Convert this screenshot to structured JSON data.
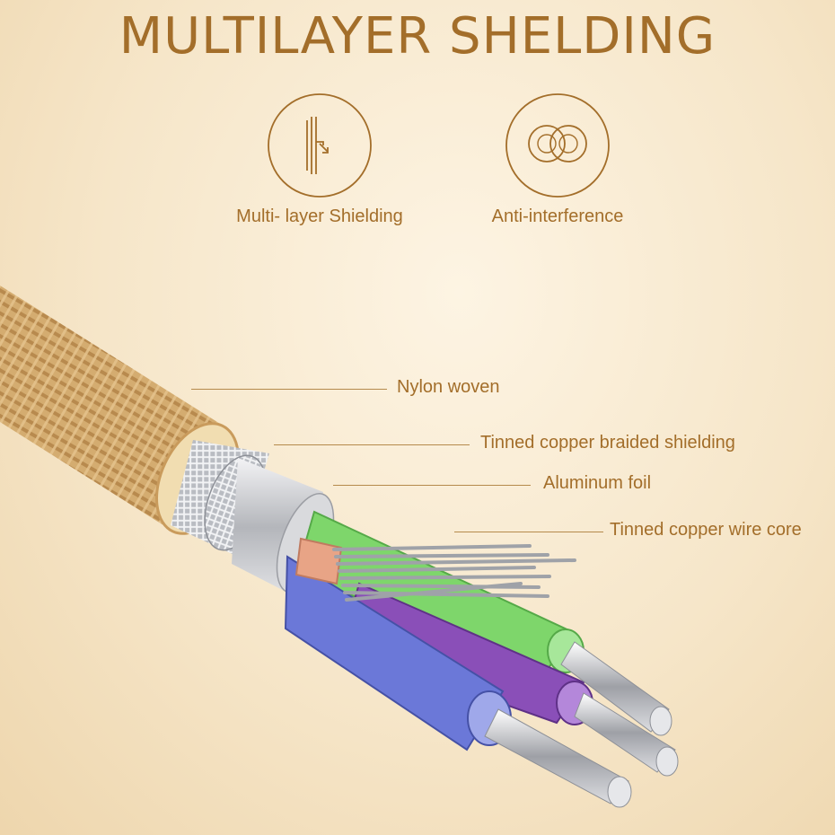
{
  "header": {
    "title": "MULTILAYER SHELDING"
  },
  "features": [
    {
      "label": "Multi-  layer Shielding",
      "icon": "layers-shield-icon"
    },
    {
      "label": "Anti-interference",
      "icon": "interlocking-rings-icon"
    }
  ],
  "callouts": [
    {
      "label": "Nylon woven"
    },
    {
      "label": "Tinned copper braided shielding"
    },
    {
      "label": "Aluminum foil"
    },
    {
      "label": "Tinned copper wire core"
    }
  ],
  "colors": {
    "accent": "#a36e2a",
    "nylon": "#d7b27a",
    "green": "#7ed66b",
    "blue": "#6b78d8",
    "purple": "#8a4fb8",
    "copper": "#e8a486",
    "silver": "#c8c8cc"
  }
}
